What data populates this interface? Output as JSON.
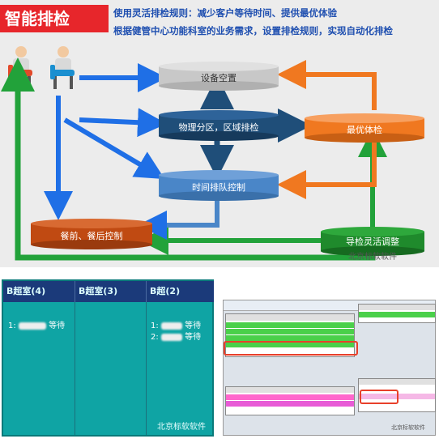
{
  "header": {
    "title": "智能排检",
    "subtitle_1": "使用灵活排检规则：减少客户等待时间、提供最优体验",
    "subtitle_2": "根据健管中心功能科室的业务需求，设置排检规则，实现自动化排检"
  },
  "diagram": {
    "nodes": {
      "idle": "设备空置",
      "zone": "物理分区，区域排检",
      "queue": "时间排队控制",
      "best": "最优体检",
      "meal": "餐前、餐后控制",
      "guide": "导检灵活调整"
    },
    "colors": {
      "idle": "#c8c8c8",
      "zone": "#1f4e79",
      "queue": "#4a86c8",
      "best": "#f07820",
      "meal": "#c04a12",
      "guide": "#1f8a2c",
      "arrow_blue": "#1f6fe6",
      "arrow_dark": "#1f4e79",
      "arrow_green": "#22a23a",
      "arrow_orange": "#f07820"
    },
    "icons": [
      "person-seated-icon",
      "person-seated-icon"
    ],
    "watermark": "北京标软软件"
  },
  "queue_screen": {
    "columns": [
      "B超室(4)",
      "B超室(3)",
      "B超(2)"
    ],
    "entries": {
      "col1": [
        "1:",
        "等待"
      ],
      "col3_line1": "1:",
      "col3_line2": "2:",
      "col3_suffix": "等待"
    },
    "watermark": "北京标软软件"
  },
  "software": {
    "watermark": "北京标软软件"
  }
}
